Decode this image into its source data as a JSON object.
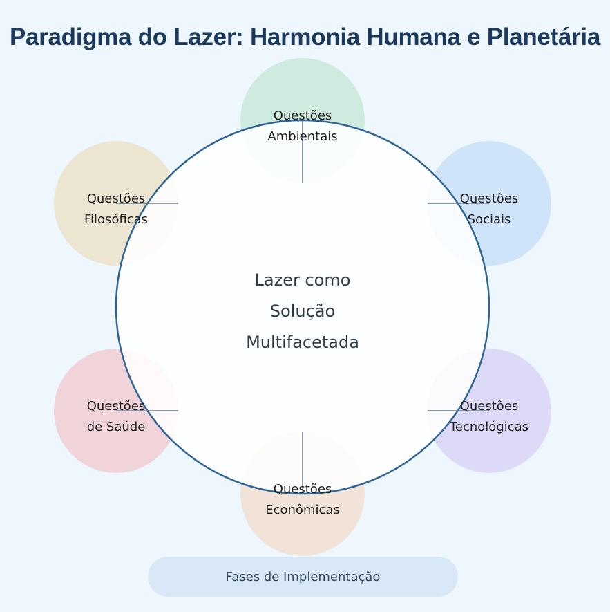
{
  "title": "Paradigma do Lazer: Harmonia Humana e Planetária",
  "center": {
    "lines": [
      "Lazer como",
      "Solução",
      "Multifacetada"
    ]
  },
  "nodes": [
    {
      "id": "ambientais",
      "lines": [
        "Questões",
        "Ambientais"
      ],
      "color": "#cfeadf"
    },
    {
      "id": "sociais",
      "lines": [
        "Questões",
        "Sociais"
      ],
      "color": "#cfe4f8"
    },
    {
      "id": "tecnologicas",
      "lines": [
        "Questões",
        "Tecnológicas"
      ],
      "color": "#dcdaf6"
    },
    {
      "id": "economicas",
      "lines": [
        "Questões",
        "Econômicas"
      ],
      "color": "#f1e3d8"
    },
    {
      "id": "saude",
      "lines": [
        "Questões",
        "de Saúde"
      ],
      "color": "#f1d4d9"
    },
    {
      "id": "filosoficas",
      "lines": [
        "Questões",
        "Filosóficas"
      ],
      "color": "#ece5d2"
    }
  ],
  "footer": {
    "label": "Fases de Implementação"
  },
  "colors": {
    "ring": "#2e6496",
    "title": "#1c3a5e",
    "connector": "#6b7c8f"
  }
}
